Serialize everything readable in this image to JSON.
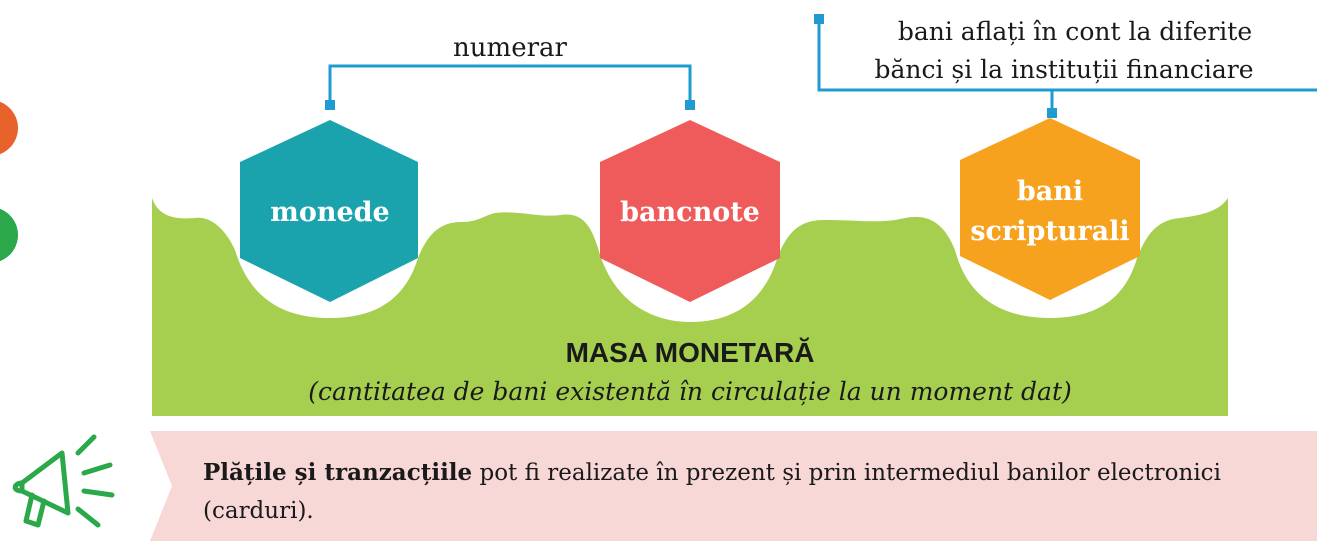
{
  "diagram": {
    "cash_label": "numerar",
    "bank_label_line1": "bani aflați în cont la diferite",
    "bank_label_line2": "bănci și la instituții financiare",
    "nodes": [
      {
        "label": "monede",
        "color": "#1aa3ad"
      },
      {
        "label": "bancnote",
        "color": "#ef5b5b"
      },
      {
        "label_line1": "bani",
        "label_line2": "scripturali",
        "color": "#f6a21e"
      }
    ],
    "base_title": "MASA MONETARĂ",
    "base_subtitle": "(cantitatea de bani existentă în circulație la un moment dat)",
    "base_color": "#a6cf4f",
    "connector_color": "#1f9bd1"
  },
  "note": {
    "bold_text": "Plățile și tranzacțiile",
    "text": " pot fi realizate în prezent și prin intermediul banilor electronici (carduri).",
    "icon": "megaphone-icon",
    "background": "#f8d7d7"
  }
}
